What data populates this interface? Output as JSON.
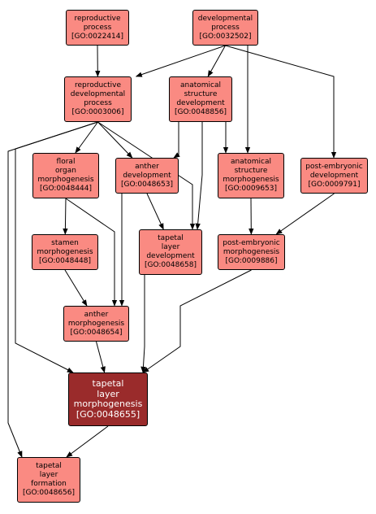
{
  "colors": {
    "node_fill": "#fa8a82",
    "focus_fill": "#9a2b2b",
    "focus_text": "#ffffff",
    "edge": "#000000"
  },
  "nodes": [
    {
      "id": "n1",
      "name_lines": [
        "reproductive",
        "process"
      ],
      "go": "[GO:0022414]"
    },
    {
      "id": "n2",
      "name_lines": [
        "developmental",
        "process"
      ],
      "go": "[GO:0032502]"
    },
    {
      "id": "n3",
      "name_lines": [
        "reproductive",
        "developmental",
        "process"
      ],
      "go": "[GO:0003006]"
    },
    {
      "id": "n4",
      "name_lines": [
        "anatomical",
        "structure",
        "development"
      ],
      "go": "[GO:0048856]"
    },
    {
      "id": "n5",
      "name_lines": [
        "floral",
        "organ",
        "morphogenesis"
      ],
      "go": "[GO:0048444]"
    },
    {
      "id": "n6",
      "name_lines": [
        "anther",
        "development"
      ],
      "go": "[GO:0048653]"
    },
    {
      "id": "n7",
      "name_lines": [
        "anatomical",
        "structure",
        "morphogenesis"
      ],
      "go": "[GO:0009653]"
    },
    {
      "id": "n8",
      "name_lines": [
        "post-embryonic",
        "development"
      ],
      "go": "[GO:0009791]"
    },
    {
      "id": "n9",
      "name_lines": [
        "stamen",
        "morphogenesis"
      ],
      "go": "[GO:0048448]"
    },
    {
      "id": "n10",
      "name_lines": [
        "tapetal",
        "layer",
        "development"
      ],
      "go": "[GO:0048658]"
    },
    {
      "id": "n11",
      "name_lines": [
        "post-embryonic",
        "morphogenesis"
      ],
      "go": "[GO:0009886]"
    },
    {
      "id": "n12",
      "name_lines": [
        "anther",
        "morphogenesis"
      ],
      "go": "[GO:0048654]"
    },
    {
      "id": "n13",
      "name_lines": [
        "tapetal",
        "layer",
        "morphogenesis"
      ],
      "go": "[GO:0048655]",
      "focus": true
    },
    {
      "id": "n14",
      "name_lines": [
        "tapetal",
        "layer",
        "formation"
      ],
      "go": "[GO:0048656]"
    }
  ],
  "edges": [
    [
      "n1",
      "n3"
    ],
    [
      "n2",
      "n3"
    ],
    [
      "n2",
      "n4"
    ],
    [
      "n2",
      "n7"
    ],
    [
      "n2",
      "n8"
    ],
    [
      "n3",
      "n5"
    ],
    [
      "n3",
      "n6"
    ],
    [
      "n3",
      "n10"
    ],
    [
      "n3",
      "n13"
    ],
    [
      "n3",
      "n14"
    ],
    [
      "n4",
      "n6"
    ],
    [
      "n4",
      "n7"
    ],
    [
      "n4",
      "n10"
    ],
    [
      "n5",
      "n9"
    ],
    [
      "n5",
      "n12"
    ],
    [
      "n6",
      "n10"
    ],
    [
      "n6",
      "n12"
    ],
    [
      "n7",
      "n11"
    ],
    [
      "n8",
      "n11"
    ],
    [
      "n9",
      "n12"
    ],
    [
      "n10",
      "n13"
    ],
    [
      "n11",
      "n13"
    ],
    [
      "n12",
      "n13"
    ],
    [
      "n13",
      "n14"
    ]
  ]
}
